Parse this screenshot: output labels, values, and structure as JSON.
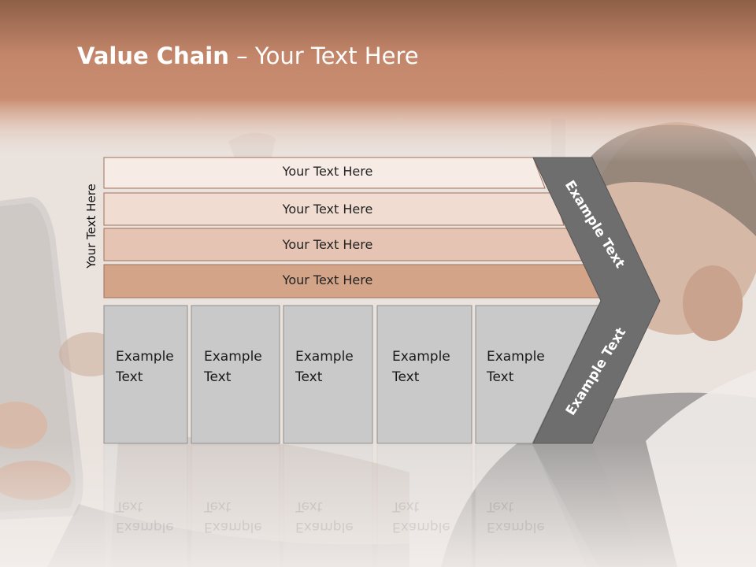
{
  "title": {
    "bold": "Value Chain",
    "rest": " – Your Text Here"
  },
  "side_label": "Your Text Here",
  "rows": [
    "Your Text Here",
    "Your Text Here",
    "Your Text Here",
    "Your Text Here"
  ],
  "cells": [
    {
      "line1": "Example",
      "line2": "Text"
    },
    {
      "line1": "Example",
      "line2": "Text"
    },
    {
      "line1": "Example",
      "line2": "Text"
    },
    {
      "line1": "Example",
      "line2": "Text"
    },
    {
      "line1": "Example",
      "line2": "Text"
    }
  ],
  "arrow_upper": "Example Text",
  "arrow_lower": "Example Text",
  "colors": {
    "header": "#b97c5e",
    "row_fills": [
      "#f7ebe6",
      "#f0dcd1",
      "#e6c4b3",
      "#d4a489"
    ],
    "cell_fill": "#c9c9c9",
    "arrow_fill": "#6e6e6e"
  }
}
